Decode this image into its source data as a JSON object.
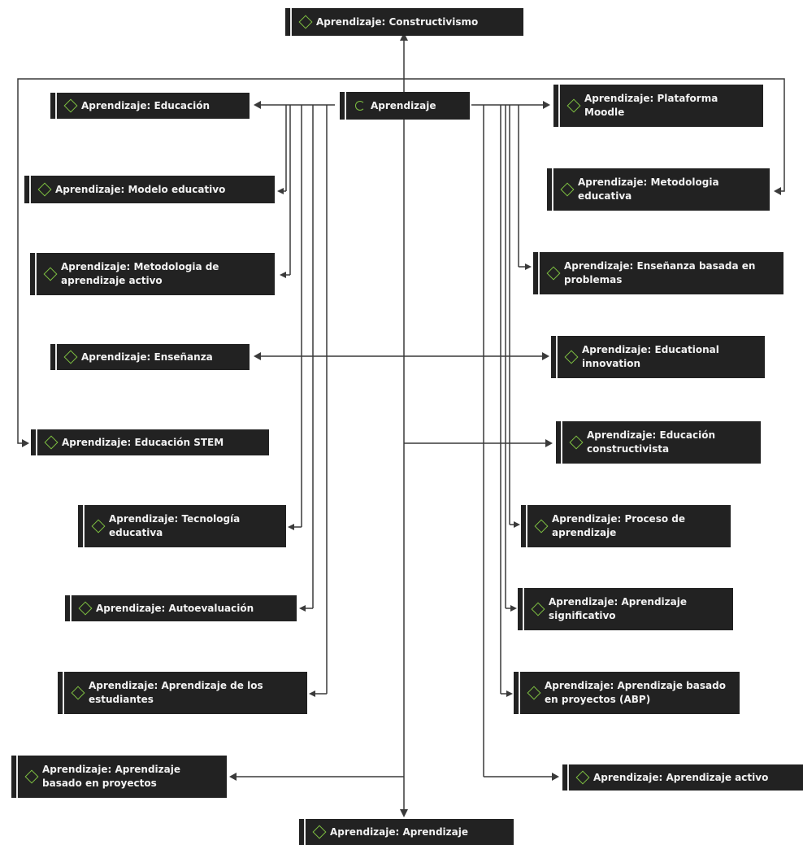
{
  "diagram": {
    "nodes": [
      {
        "id": "constructivismo",
        "label": "Aprendizaje: Constructivismo"
      },
      {
        "id": "educacion",
        "label": "Aprendizaje: Educación"
      },
      {
        "id": "center",
        "label": "Aprendizaje"
      },
      {
        "id": "moodle",
        "label": "Aprendizaje: Plataforma Moodle"
      },
      {
        "id": "modelo",
        "label": "Aprendizaje: Modelo educativo"
      },
      {
        "id": "metodologia-edu",
        "label": "Aprendizaje: Metodologia educativa"
      },
      {
        "id": "metodologia-act",
        "label": "Aprendizaje: Metodologia de aprendizaje activo"
      },
      {
        "id": "problemas",
        "label": "Aprendizaje: Enseñanza basada en problemas"
      },
      {
        "id": "ensenanza",
        "label": "Aprendizaje: Enseñanza"
      },
      {
        "id": "innovation",
        "label": "Aprendizaje: Educational innovation"
      },
      {
        "id": "stem",
        "label": "Aprendizaje: Educación STEM"
      },
      {
        "id": "constructivista",
        "label": "Aprendizaje: Educación constructivista"
      },
      {
        "id": "tecnologia",
        "label": "Aprendizaje: Tecnología educativa"
      },
      {
        "id": "proceso",
        "label": "Aprendizaje: Proceso de aprendizaje"
      },
      {
        "id": "autoevaluacion",
        "label": "Aprendizaje: Autoevaluación"
      },
      {
        "id": "significativo",
        "label": "Aprendizaje: Aprendizaje significativo"
      },
      {
        "id": "estudiantes",
        "label": "Aprendizaje: Aprendizaje de los estudiantes"
      },
      {
        "id": "abp",
        "label": "Aprendizaje: Aprendizaje basado en proyectos (ABP)"
      },
      {
        "id": "proyectos",
        "label": "Aprendizaje: Aprendizaje basado en proyectos"
      },
      {
        "id": "activo",
        "label": "Aprendizaje: Aprendizaje activo"
      },
      {
        "id": "aprendizaje",
        "label": "Aprendizaje: Aprendizaje"
      }
    ],
    "edges": [
      [
        "center",
        "constructivismo"
      ],
      [
        "center",
        "educacion"
      ],
      [
        "center",
        "moodle"
      ],
      [
        "center",
        "modelo"
      ],
      [
        "center",
        "metodologia-edu"
      ],
      [
        "center",
        "metodologia-act"
      ],
      [
        "center",
        "problemas"
      ],
      [
        "center",
        "ensenanza"
      ],
      [
        "center",
        "innovation"
      ],
      [
        "center",
        "stem"
      ],
      [
        "center",
        "constructivista"
      ],
      [
        "center",
        "tecnologia"
      ],
      [
        "center",
        "proceso"
      ],
      [
        "center",
        "autoevaluacion"
      ],
      [
        "center",
        "significativo"
      ],
      [
        "center",
        "estudiantes"
      ],
      [
        "center",
        "abp"
      ],
      [
        "center",
        "proyectos"
      ],
      [
        "center",
        "activo"
      ],
      [
        "center",
        "aprendizaje"
      ]
    ],
    "icon_color": "#7fc241",
    "node_color": "#222222"
  }
}
